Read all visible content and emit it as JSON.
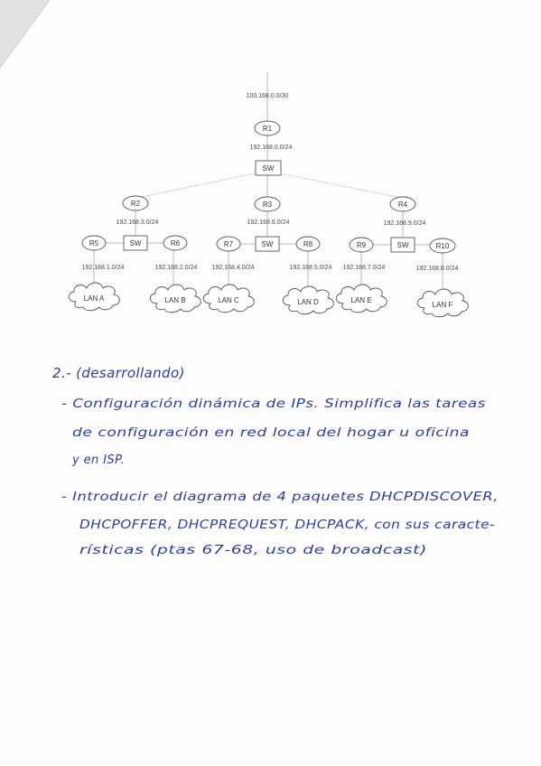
{
  "diagram": {
    "networks": {
      "top": "100.168.0.0/30",
      "core": "192.168.0.0/24",
      "r2_side": "192.168.3.0/24",
      "r3_side": "192.168.6.0/24",
      "r4_side": "192.168.9.0/24",
      "r5_lan": "192.168.1.0/24",
      "r6_lan": "192.168.2.0/24",
      "r7_lan": "192.168.4.0/24",
      "r8_lan": "192.168.5.0/24",
      "r9_lan": "192.168.7.0/24",
      "r10_lan": "192.168.8.0/24"
    },
    "routers": {
      "r1": "R1",
      "r2": "R2",
      "r3": "R3",
      "r4": "R4",
      "r5": "R5",
      "r6": "R6",
      "r7": "R7",
      "r8": "R8",
      "r9": "R9",
      "r10": "R10"
    },
    "switches": {
      "core": "SW",
      "left": "SW",
      "mid": "SW",
      "right": "SW"
    },
    "lans": {
      "a": "LAN A",
      "b": "LAN B",
      "c": "LAN C",
      "d": "LAN D",
      "e": "LAN E",
      "f": "LAN F"
    }
  },
  "notes": {
    "heading": "2.- (desarrollando)",
    "item1": [
      "- Configuración dinámica de IPs. Simplifica las tareas",
      "de configuración en red local del hogar u oficina",
      "y en ISP."
    ],
    "item2": [
      "- Introducir el diagrama de 4 paquetes DHCPDISCOVER,",
      "DHCPOFFER, DHCPREQUEST, DHCPACK, con sus caracte-",
      "rísticas (ptas 67-68, uso de broadcast)"
    ]
  },
  "colors": {
    "ink": "#2a3f9a",
    "line": "#aaaaaa",
    "node": "#444444"
  }
}
